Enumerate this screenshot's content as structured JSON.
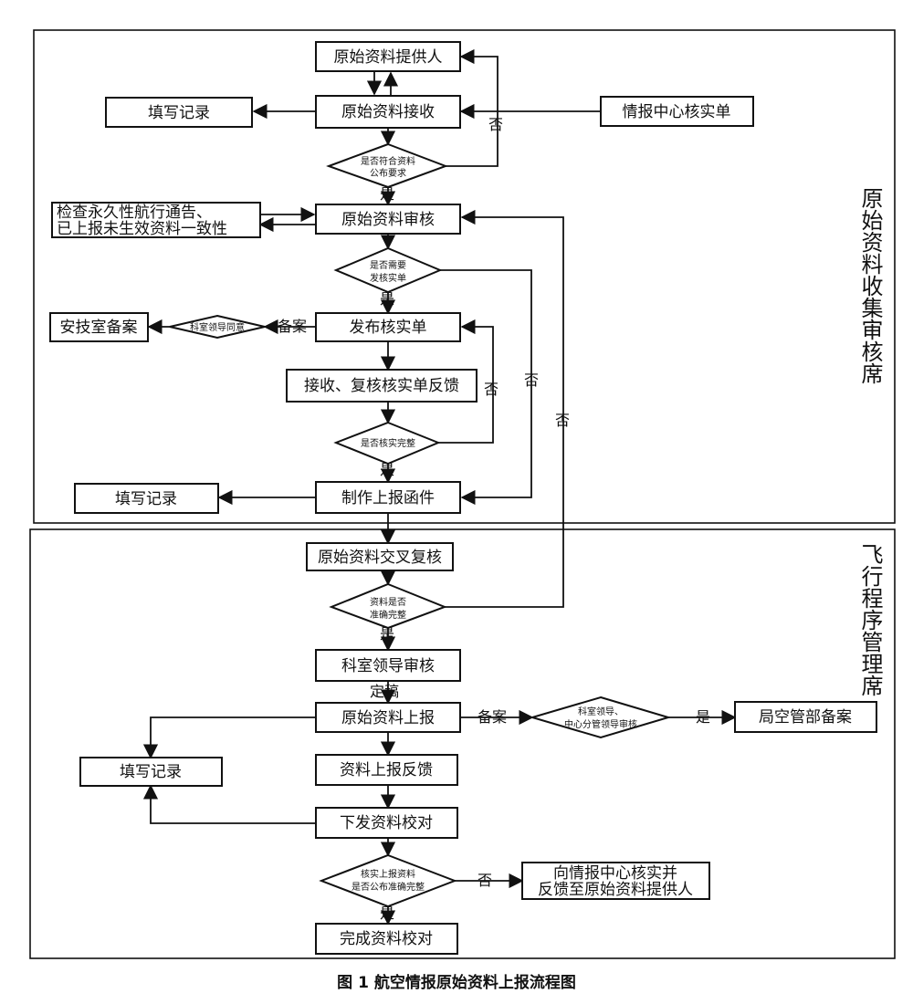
{
  "swimlanes": {
    "top": "原始资料收集审核席",
    "bottom": "飞行程序管理席"
  },
  "nodes": {
    "provider": "原始资料提供人",
    "receive": "原始资料接收",
    "fill_record_1": "填写记录",
    "info_center": "情报中心核实单",
    "check_publish_1": "是否符合资料",
    "check_publish_2": "公布要求",
    "consistency_1": "检查永久性航行通告、",
    "consistency_2": "已上报未生效资料一致性",
    "audit": "原始资料审核",
    "need_verify_1": "是否需要",
    "need_verify_2": "发核实单",
    "anji_filing": "安技室备案",
    "leader_agree": "科室领导同意",
    "issue_verify": "发布核实单",
    "recv_feedback": "接收、复核核实单反馈",
    "verify_complete": "是否核实完整",
    "fill_record_2": "填写记录",
    "make_letter": "制作上报函件",
    "cross_check": "原始资料交叉复核",
    "accurate_1": "资料是否",
    "accurate_2": "准确完整",
    "leader_review": "科室领导审核",
    "submit": "原始资料上报",
    "leader_center_1": "科室领导、",
    "leader_center_2": "中心分管领导审核",
    "bureau_filing": "局空管部备案",
    "fill_record_3": "填写记录",
    "submit_feedback": "资料上报反馈",
    "distribute_check": "下发资料校对",
    "verify_pub_1": "核实上报资料",
    "verify_pub_2": "是否公布准确完整",
    "notify_1": "向情报中心核实并",
    "notify_2": "反馈至原始资料提供人",
    "complete": "完成资料校对"
  },
  "labels": {
    "no_1": "否",
    "yes_1": "是",
    "filing_1": "备案",
    "yes_2": "是",
    "no_2": "否",
    "no_3": "否",
    "no_4": "否",
    "yes_3": "是",
    "finalize": "定稿",
    "filing_2": "备案",
    "yes_4": "是",
    "no_5": "否",
    "yes_5": "是"
  },
  "caption": "图 1   航空情报原始资料上报流程图"
}
